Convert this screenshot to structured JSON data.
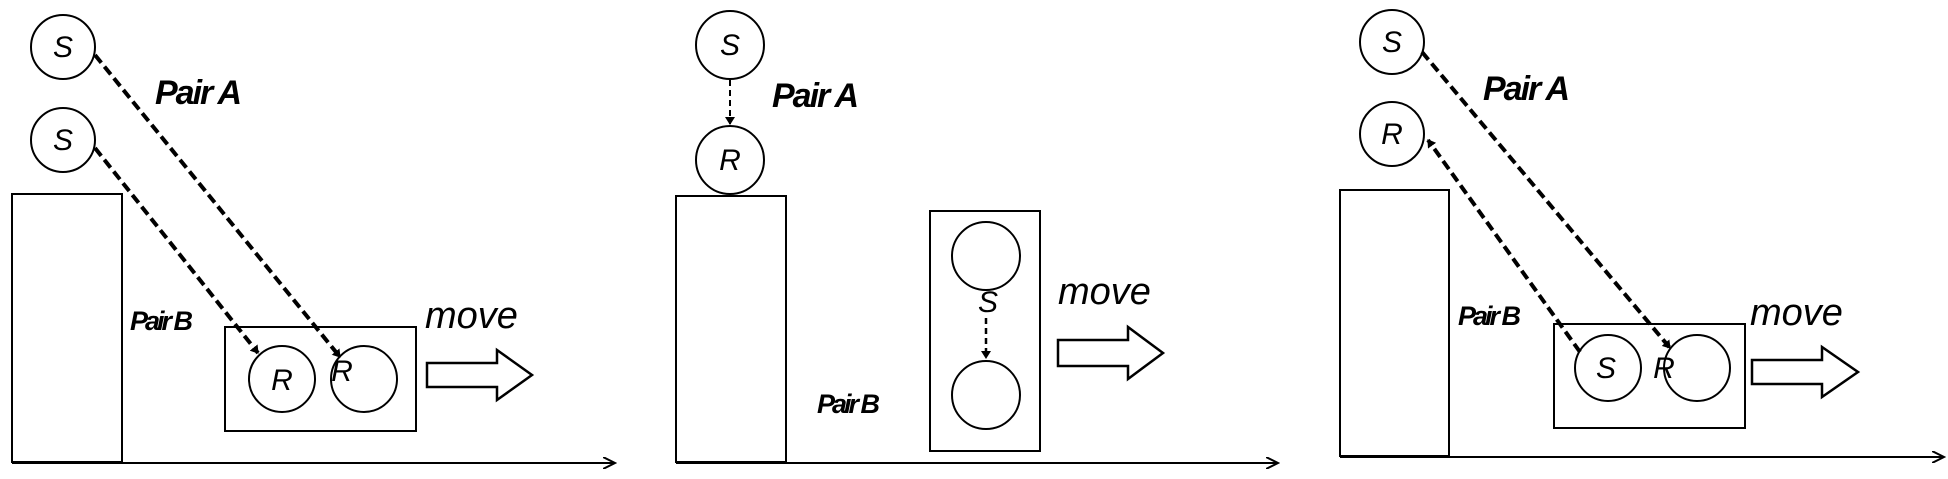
{
  "panels": [
    {
      "name": "panel-1",
      "nodes": [
        {
          "label": "S"
        },
        {
          "label": "S"
        },
        {
          "label": "R"
        },
        {
          "label": "R"
        }
      ],
      "pair_a": "Pair A",
      "pair_b": "Pair B",
      "move": "move"
    },
    {
      "name": "panel-2",
      "nodes": [
        {
          "label": "S"
        },
        {
          "label": "R"
        },
        {
          "label": ""
        },
        {
          "label": "S"
        },
        {
          "label": ""
        }
      ],
      "pair_a": "Pair A",
      "pair_b": "Pair B",
      "move": "move"
    },
    {
      "name": "panel-3",
      "nodes": [
        {
          "label": "S"
        },
        {
          "label": "R"
        },
        {
          "label": "S"
        },
        {
          "label": "R"
        }
      ],
      "pair_a": "Pair A",
      "pair_b": "Pair B",
      "move": "move"
    }
  ]
}
